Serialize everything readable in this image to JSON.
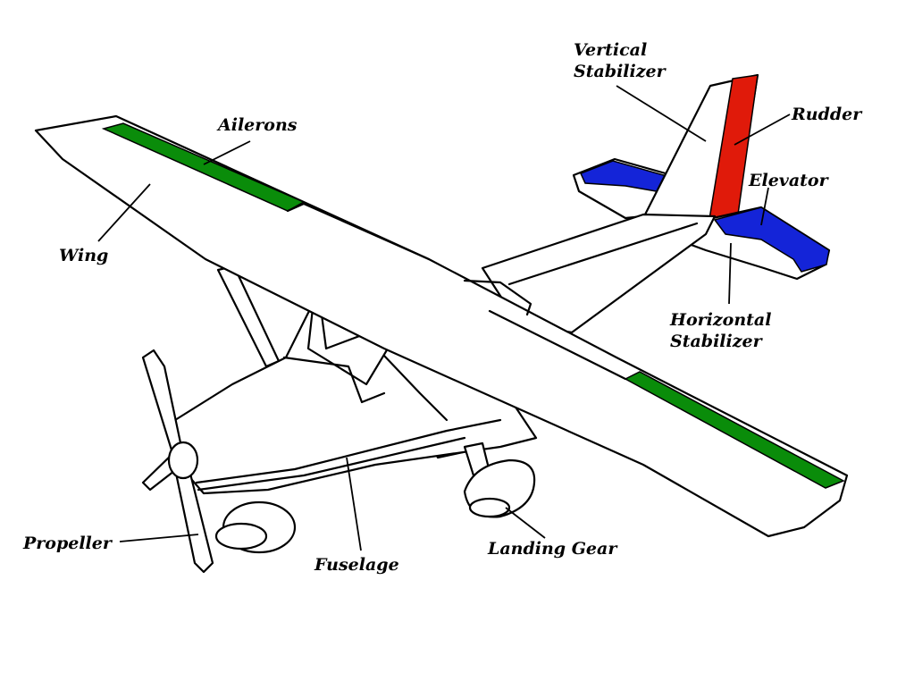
{
  "labels": {
    "vertical_stabilizer": [
      "Vertical",
      "Stabilizer"
    ],
    "rudder": "Rudder",
    "ailerons": "Ailerons",
    "elevator": "Elevator",
    "wing": "Wing",
    "horizontal_stabilizer": [
      "Horizontal",
      "Stabilizer"
    ],
    "propeller": "Propeller",
    "fuselage": "Fuselage",
    "landing_gear": "Landing Gear"
  },
  "colors": {
    "ailerons": "#0a8c0a",
    "elevator": "#1424d8",
    "rudder": "#e01a0a"
  }
}
